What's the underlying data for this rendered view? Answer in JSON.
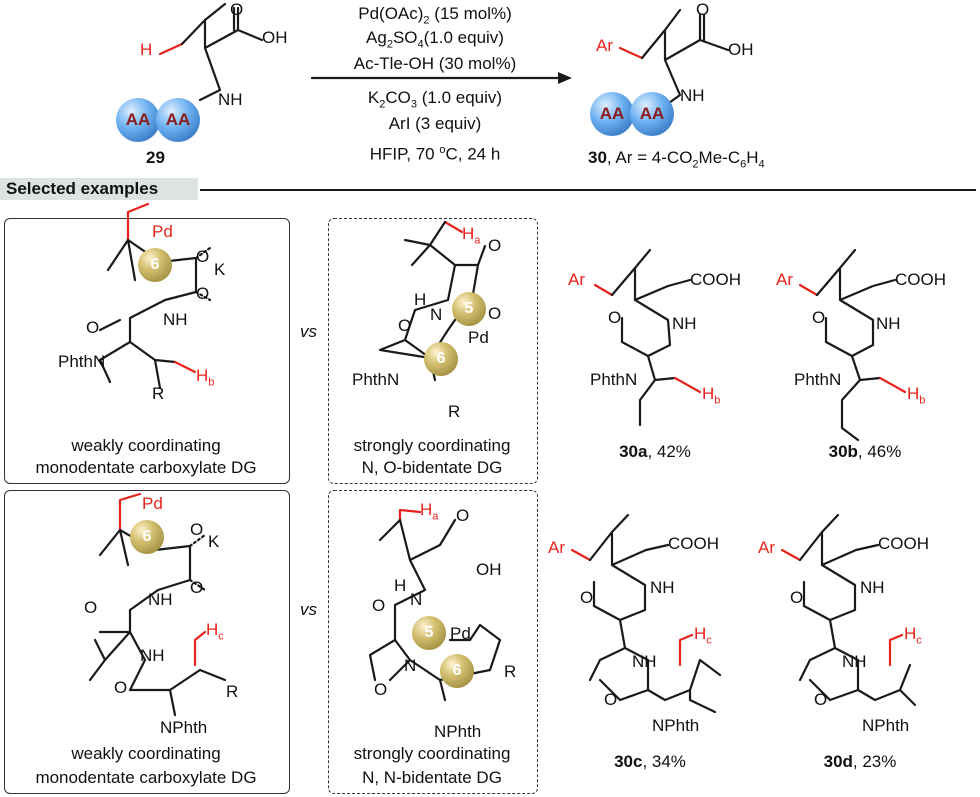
{
  "reaction": {
    "conditions": [
      "Pd(OAc)",
      "(15 mol%)",
      "Ag",
      "SO",
      "(1.0 equiv)",
      "Ac-Tle-OH (30 mol%)",
      "K",
      "CO",
      "(1.0 equiv)",
      "ArI (3 equiv)",
      "HFIP, 70 ",
      "C, 24 h"
    ],
    "start_label": "29",
    "product_label": "30",
    "product_desc": ", Ar = 4-CO",
    "product_desc_tail": "Me-C",
    "aa": "AA",
    "oh": "OH",
    "nh": "NH",
    "h": "H",
    "ar": "Ar",
    "o": "O",
    "sub2": "2",
    "sub4": "4",
    "sub3": "3",
    "sub6": "6",
    "sup_o": "o"
  },
  "section_title": "Selected examples",
  "vs": "vs",
  "ring_six": "6",
  "ring_five": "5",
  "atoms": {
    "pd": "Pd",
    "k": "K",
    "ha": "H",
    "a": "a",
    "hb": "H",
    "b": "b",
    "hc": "H",
    "c": "c",
    "r": "R",
    "phthn": "PhthN",
    "nphth": "NPhth",
    "cooh": "COOH",
    "oh": "OH",
    "nh": "NH",
    "n": "N",
    "h": "H",
    "o": "O"
  },
  "caption_weak": [
    "weakly coordinating",
    "monodentate carboxylate DG"
  ],
  "caption_strong1": [
    "strongly coordinating",
    "N, O-bidentate DG"
  ],
  "caption_strong2": [
    "strongly coordinating",
    "N, N-bidentate DG"
  ],
  "products": [
    {
      "id": "30a",
      "yield": ", 42%"
    },
    {
      "id": "30b",
      "yield": ", 46%"
    },
    {
      "id": "30c",
      "yield": ", 34%"
    },
    {
      "id": "30d",
      "yield": ", 23%"
    }
  ]
}
